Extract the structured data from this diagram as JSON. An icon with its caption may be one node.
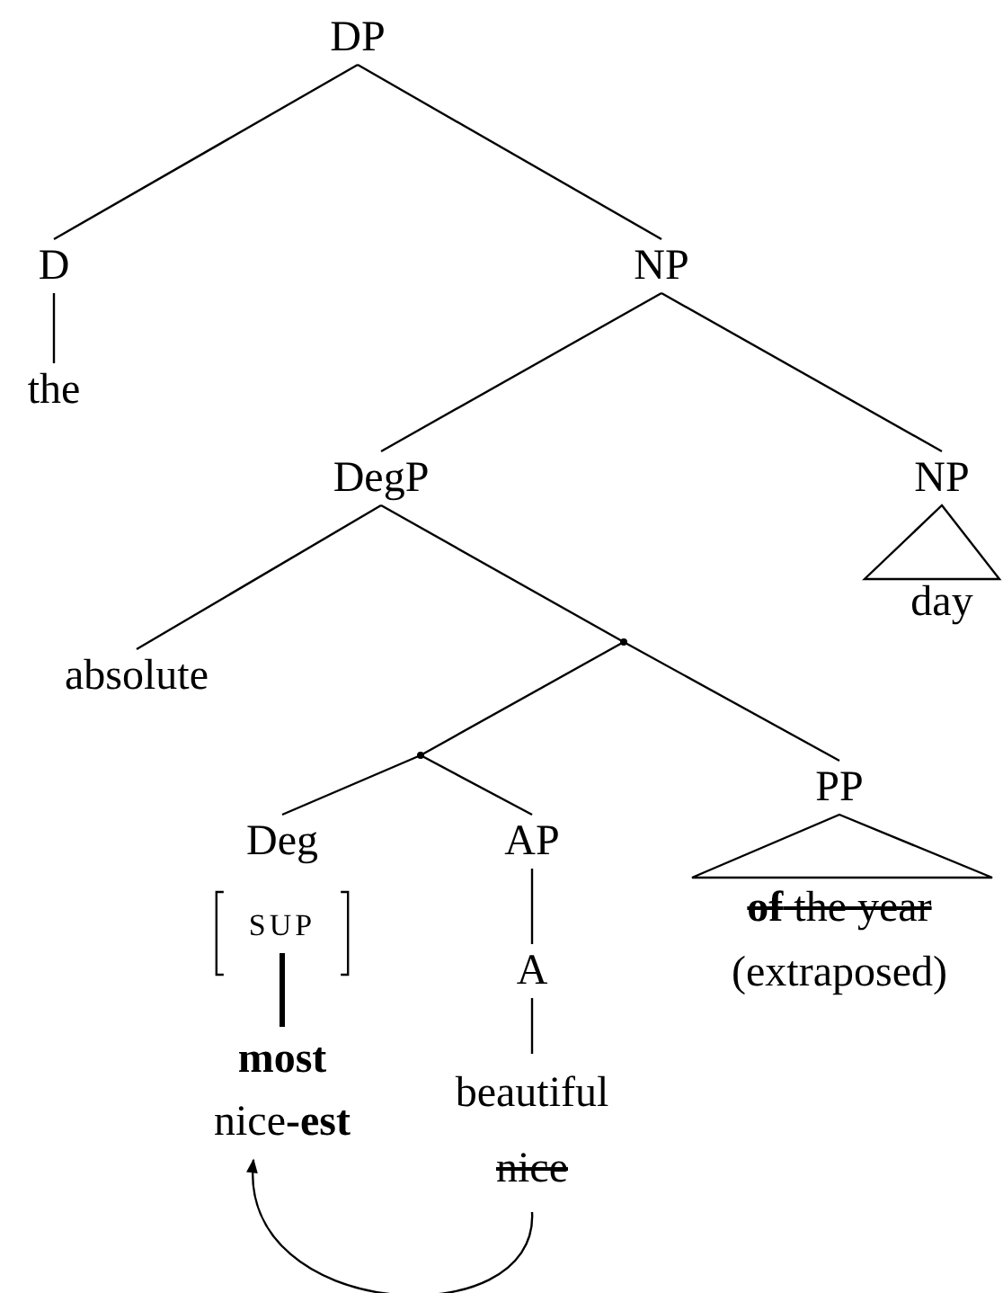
{
  "diagram": {
    "nodes": [
      {
        "text": [
          "DP"
        ]
      },
      {
        "text": [
          "D"
        ]
      },
      {
        "text": [
          "the"
        ]
      },
      {
        "text": [
          "NP"
        ]
      },
      {
        "text": [
          "DegP"
        ]
      },
      {
        "text": [
          "NP"
        ]
      },
      {
        "text": [
          "day"
        ]
      },
      {
        "text": [
          "absolute"
        ]
      },
      {
        "text": [],
        "shape": "point"
      },
      {
        "text": [],
        "shape": "point"
      },
      {
        "text": [
          "PP"
        ]
      },
      {
        "text": [
          "**of** the year",
          "(extraposed)"
        ]
      },
      {
        "text": [
          "Deg"
        ]
      },
      {
        "text": [
          "SUP"
        ]
      },
      {
        "text": [
          "AP"
        ]
      },
      {
        "text": [
          "A"
        ]
      },
      {
        "text": [
          "most",
          "nice**-est**"
        ]
      },
      {
        "text": [
          "beautiful",
          "nice"
        ]
      }
    ],
    "edges": [
      {
        "from": 0,
        "to": 1,
        "arrow": "none"
      },
      {
        "from": 0,
        "to": 3,
        "arrow": "none"
      },
      {
        "from": 1,
        "to": 2,
        "arrow": "none"
      },
      {
        "from": 3,
        "to": 4,
        "arrow": "none"
      },
      {
        "from": 3,
        "to": 5,
        "arrow": "none"
      },
      {
        "from": 5,
        "to": 6,
        "arrow": "none"
      },
      {
        "from": 4,
        "to": 7,
        "arrow": "none"
      },
      {
        "from": 4,
        "to": 8,
        "arrow": "none"
      },
      {
        "from": 8,
        "to": 9,
        "arrow": "none"
      },
      {
        "from": 8,
        "to": 10,
        "arrow": "none"
      },
      {
        "from": 10,
        "to": 11,
        "arrow": "none"
      },
      {
        "from": 9,
        "to": 12,
        "arrow": "none"
      },
      {
        "from": 9,
        "to": 14,
        "arrow": "none"
      },
      {
        "from": 13,
        "to": 16,
        "arrow": "none",
        "style": "thick"
      },
      {
        "from": 14,
        "to": 15,
        "arrow": "none"
      },
      {
        "from": 15,
        "to": 17,
        "arrow": "none"
      },
      {
        "from": 17,
        "to": 16,
        "arrow": "to"
      }
    ]
  }
}
